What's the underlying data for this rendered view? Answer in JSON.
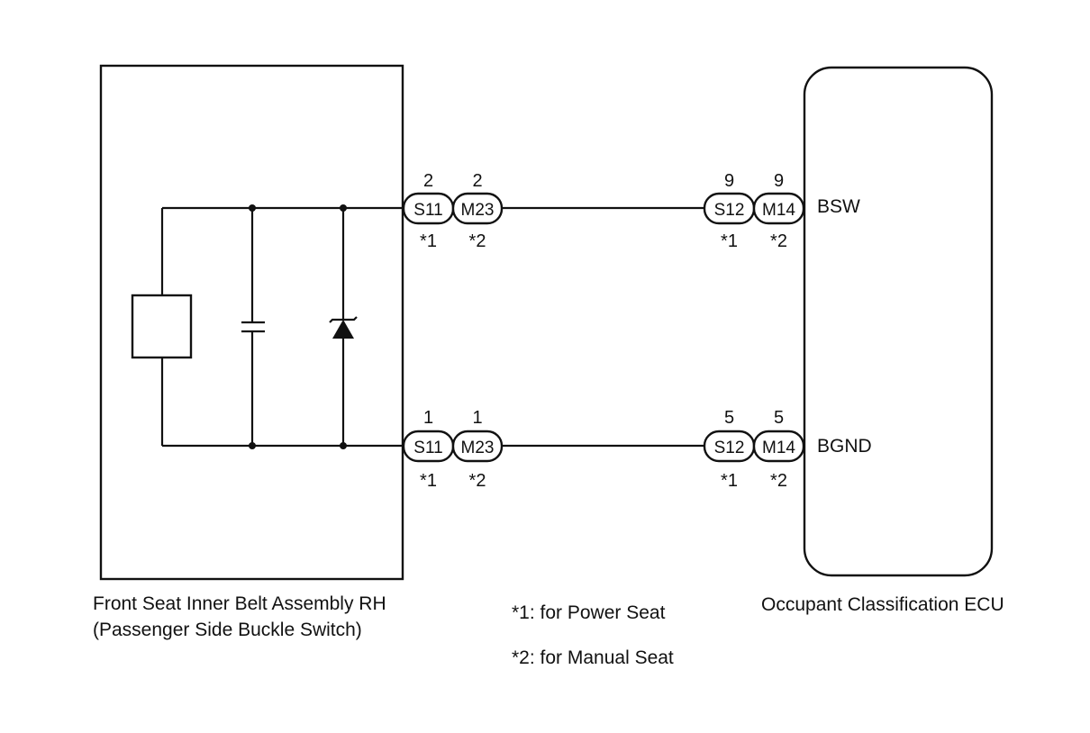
{
  "components": {
    "left_name_1": "Front Seat Inner Belt Assembly RH",
    "left_name_2": "(Passenger Side Buckle Switch)",
    "right_name": "Occupant Classification ECU"
  },
  "notes": {
    "note1": "*1: for Power Seat",
    "note2": "*2: for Manual Seat"
  },
  "signals": {
    "top": "BSW",
    "bottom": "BGND"
  },
  "connectors": {
    "top_left_a": {
      "name": "S11",
      "pin": "2",
      "tag": "*1"
    },
    "top_left_b": {
      "name": "M23",
      "pin": "2",
      "tag": "*2"
    },
    "top_right_a": {
      "name": "S12",
      "pin": "9",
      "tag": "*1"
    },
    "top_right_b": {
      "name": "M14",
      "pin": "9",
      "tag": "*2"
    },
    "bot_left_a": {
      "name": "S11",
      "pin": "1",
      "tag": "*1"
    },
    "bot_left_b": {
      "name": "M23",
      "pin": "1",
      "tag": "*2"
    },
    "bot_right_a": {
      "name": "S12",
      "pin": "5",
      "tag": "*1"
    },
    "bot_right_b": {
      "name": "M14",
      "pin": "5",
      "tag": "*2"
    }
  }
}
